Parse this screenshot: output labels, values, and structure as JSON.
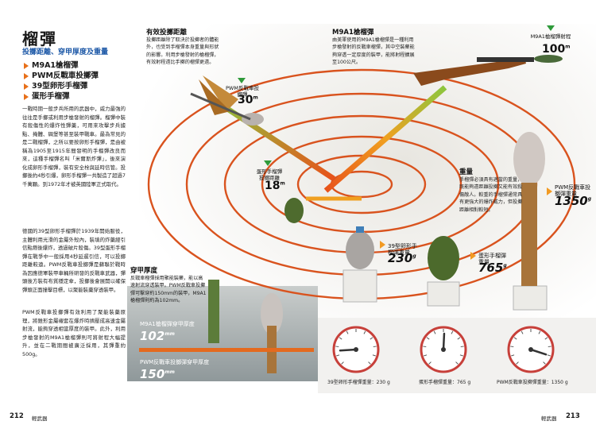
{
  "title": "榴彈",
  "subtitle": "投擲距離、穿甲厚度及重量",
  "bullets": [
    "M9A1槍榴彈",
    "PWM反戰車投擲彈",
    "39型卵形手榴彈",
    "蛋形手榴彈"
  ],
  "intro": "一戰時期一般步兵所用的武器中，威力最強的往往是手擲或利用步槍發射的榴彈。榴彈中裝有殺傷性的爆炸性彈藥，可用來攻擊步兵據點、掩體、碉堡等甚至裝甲戰車。最為常見的是二戰榴彈，之所以要按卵形手榴彈，是由被稱為1905至1915年間發明的手榴彈改良而來，這種手榴彈名叫「米爾斯炸彈」，後來演化成卵形手榴彈，裝有安全栓與延時信管。投擲後約4秒引爆，卵形手榴彈一共製造了超過7千萬顆。到1972年才被英國陸軍正式取代。",
  "intro2": "德國的39型卵形手榴彈於1939年開始服役，主體利用光滑的金屬外殼內，裝填的炸藥經引信點燃後爆炸，透過破片殺傷。39型蛋形手榴彈在戰爭中一般採用4秒延遲引信，可以投擲距離較遠。PWM反戰車投擲彈是蘇聯於戰時為因應德軍裝甲車輛所研發的反戰車武器，彈頭後方裝有布質穩定傘，投擲後會展開以確保彈頭正面撞擊目標，以聚能裝藥穿透裝甲。",
  "intro3": "PWM反戰車投擲彈有效利用了聚能裝藥原理，將錐形金屬襯套在爆炸時擠壓成高速金屬射流，能夠穿透相當厚度的裝甲。此外，利用步槍發射的M9A1槍榴彈則可將射程大幅提升，並在二戰期間被廣泛採用，其彈重約500g。",
  "sections": {
    "range_title": "有效投擲距離",
    "range_text": "投擲距離除了取決於投擲者的體能外，也受到手榴彈本身重量與形狀的影響。利用步槍發射的槍榴彈，有效射程遠比手擲的榴彈更遠。",
    "m9a1_title": "M9A1槍榴彈",
    "m9a1_text": "由美軍使用的M9A1槍榴彈是一種利用步槍發射的反戰車榴彈，其中空裝藥能夠穿透一定厚度的裝甲，能將射程擴展至100公尺。",
    "weight_title": "重量",
    "weight_text": "手榴彈必須具有適當的重量，既能夠遠距離投擲又能有效殺傷敵人。較重的手榴彈通常具有更強大的爆炸威力，但投擲距離相對較短。",
    "armor_title": "穿甲厚度",
    "armor_text": "反戰車榴彈採用聚能裝藥，能以高速射流穿透裝甲。PWM反戰車投擲彈可擊穿約150mm的裝甲，M9A1槍榴彈則約為102mm。"
  },
  "range_labels": {
    "pwm": {
      "label": "PWM反戰車投擲彈",
      "value": "30",
      "unit": "m"
    },
    "egg": {
      "label": "蛋形手榴彈投擲距離",
      "value": "18",
      "unit": "m"
    },
    "m9a1": {
      "label": "M9A1槍榴彈射程",
      "value": "100",
      "unit": "m"
    }
  },
  "weight_labels": {
    "oval": {
      "label": "39型卵形手榴彈重量",
      "value": "230",
      "unit": "g"
    },
    "egg": {
      "label": "蛋形手榴彈重量",
      "value": "765",
      "unit": "g"
    },
    "pwm": {
      "label": "PWM反戰車投擲彈重量",
      "value": "1350",
      "unit": "g"
    }
  },
  "armor_labels": {
    "m9a1": {
      "label": "M9A1槍榴彈穿甲厚度",
      "value": "102",
      "unit": "mm"
    },
    "pwm": {
      "label": "PWM反戰車投擲彈穿甲厚度",
      "value": "150",
      "unit": "mm"
    }
  },
  "gauges": [
    {
      "caption": "39型卵形手榴彈重量：230 g",
      "value": 230
    },
    {
      "caption": "蛋形手榴彈重量：765 g",
      "value": 765
    },
    {
      "caption": "PWM反戰車投擲彈重量：1350 g",
      "value": 1350
    }
  ],
  "gauge_max": 1500,
  "page_left": "212",
  "page_right": "213",
  "footer_left": "輕武器",
  "footer_right": "輕武器",
  "colors": {
    "accent": "#e8701a",
    "ring": "#d9531e",
    "blue": "#1f5aa8",
    "green": "#2e9a3a",
    "ground": "#8f989a"
  }
}
